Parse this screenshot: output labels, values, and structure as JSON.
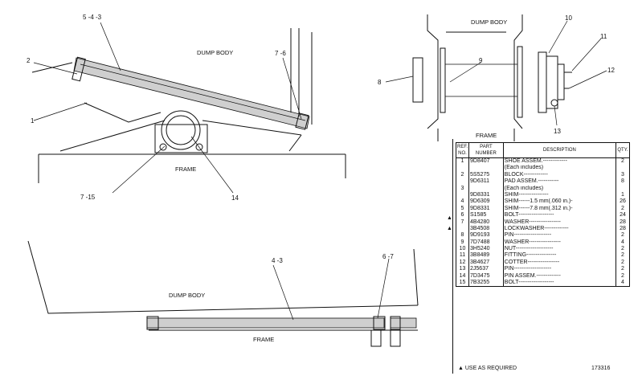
{
  "callouts": {
    "top_left": {
      "c_5_4_3": "5 -4 -3",
      "c_2": "2",
      "c_1": "1",
      "c_7_6": "7 -6",
      "c_7_15": "7 -15",
      "c_14": "14",
      "dump_body": "DUMP BODY",
      "frame": "FRAME"
    },
    "top_right": {
      "dump_body": "DUMP BODY",
      "c_8": "8",
      "c_9": "9",
      "c_10": "10",
      "c_11": "11",
      "c_12": "12",
      "c_13": "13",
      "frame": "FRAME"
    },
    "bottom": {
      "c_4_3": "4 -3",
      "c_6_7": "6 -7",
      "dump_body": "DUMP BODY",
      "frame": "FRAME"
    }
  },
  "table": {
    "headers": {
      "ref": "REF. NO.",
      "part": "PART NUMBER",
      "desc": "DESCRIPTION",
      "qty": "QTY."
    },
    "rows": [
      {
        "ref": "1",
        "part": "9D8407",
        "desc": "SHOE ASSEM.-------------",
        "qty": "2"
      },
      {
        "ref": "",
        "part": "",
        "desc": "(Each includes)",
        "qty": ""
      },
      {
        "ref": "2",
        "part": "5S5275",
        "desc": "BLOCK-------------",
        "qty": "3"
      },
      {
        "ref": "",
        "part": "9D6311",
        "desc": "PAD ASSEM.-----------",
        "qty": "8"
      },
      {
        "ref": "3",
        "part": "",
        "desc": "(Each includes)",
        "qty": ""
      },
      {
        "ref": "",
        "part": "9D8331",
        "desc": "SHIM----------------",
        "qty": "1"
      },
      {
        "ref": "4",
        "part": "9D6309",
        "desc": "SHIM------1.5 mm(.060 in.)-",
        "qty": "26"
      },
      {
        "ref": "5",
        "part": "9D8331",
        "desc": "SHIM------7.8 mm(.312 in.)-",
        "qty": "2"
      },
      {
        "ref": "6",
        "part": "S1585",
        "desc": "BOLT-------------------",
        "qty": "24"
      },
      {
        "ref": "7",
        "part": "4B4280",
        "desc": "WASHER-----------------",
        "qty": "28"
      },
      {
        "ref": "",
        "part": "3B4508",
        "desc": "LOCKWASHER-------------",
        "qty": "28"
      },
      {
        "ref": "8",
        "part": "9D9193",
        "desc": "PIN--------------------",
        "qty": "2"
      },
      {
        "ref": "9",
        "part": "7D7488",
        "desc": "WASHER-----------------",
        "qty": "4"
      },
      {
        "ref": "10",
        "part": "3H5240",
        "desc": "NUT--------------------",
        "qty": "2"
      },
      {
        "ref": "11",
        "part": "3B8489",
        "desc": "FITTING----------------",
        "qty": "2"
      },
      {
        "ref": "12",
        "part": "3B4627",
        "desc": "COTTER-----------------",
        "qty": "2"
      },
      {
        "ref": "13",
        "part": "2J5637",
        "desc": "PIN--------------------",
        "qty": "2"
      },
      {
        "ref": "14",
        "part": "7D3475",
        "desc": "PIN ASSEM.-------------",
        "qty": "2"
      },
      {
        "ref": "15",
        "part": "7B3255",
        "desc": "BOLT-------------------",
        "qty": "4"
      }
    ]
  },
  "note": "▲ USE AS REQUIRED",
  "figure_number": "173316",
  "marks": [
    "▲",
    "▲"
  ]
}
